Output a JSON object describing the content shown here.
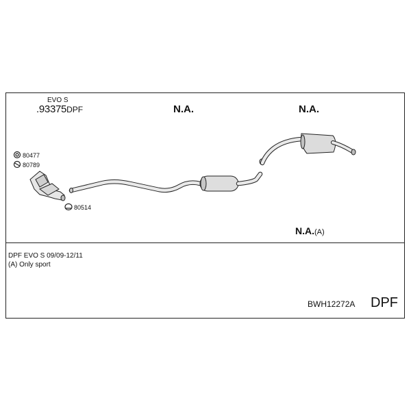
{
  "header": {
    "variant": "EVO S",
    "part_number": ".93375",
    "part_suffix": "DPF"
  },
  "not_available": {
    "label_1": "N.A.",
    "label_2": "N.A.",
    "label_3": "N.A.",
    "label_3_option": "(A)"
  },
  "clamps": {
    "clamp_1": "80477",
    "clamp_2": "80789",
    "clamp_3": "80514"
  },
  "notes": {
    "line_1": "DPF EVO S   09/09-12/11",
    "line_2": "(A) Only sport"
  },
  "footer": {
    "kit_code": "BWH12272A",
    "badge": "DPF"
  }
}
